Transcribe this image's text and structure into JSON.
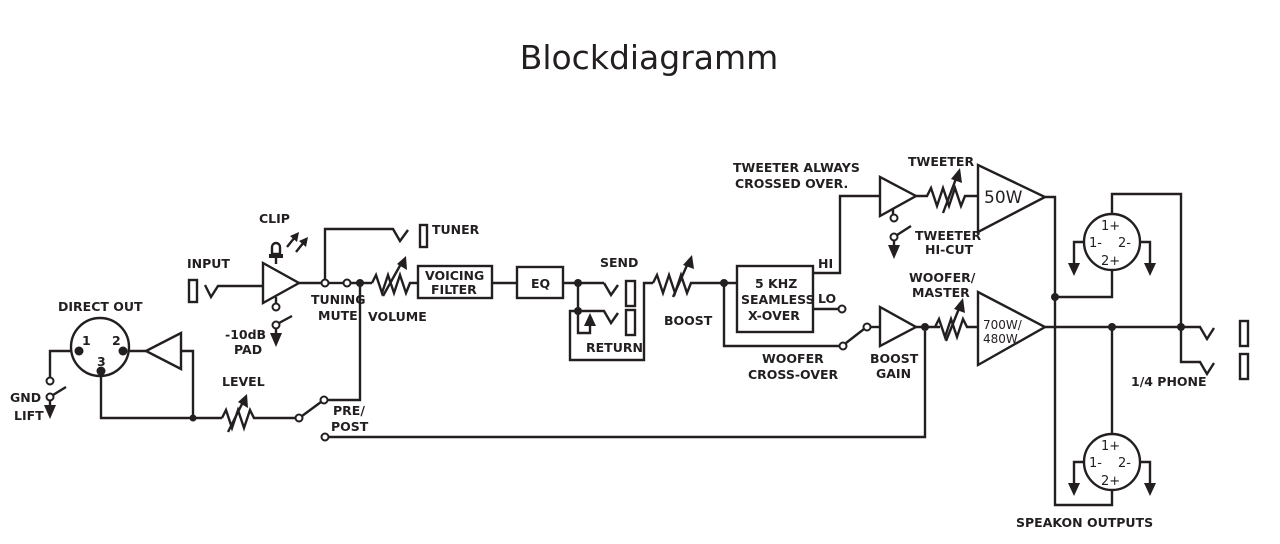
{
  "title": "Blockdiagramm",
  "labels": {
    "direct_out": "DIRECT OUT",
    "gnd": "GND",
    "lift": "LIFT",
    "level": "LEVEL",
    "input": "INPUT",
    "clip": "CLIP",
    "pad_1": "-10dB",
    "pad_2": "PAD",
    "tuning": "TUNING",
    "mute": "MUTE",
    "tuner": "TUNER",
    "volume": "VOLUME",
    "pre_post_1": "PRE/",
    "pre_post_2": "POST",
    "voicing_1": "VOICING",
    "voicing_2": "FILTER",
    "eq": "EQ",
    "send": "SEND",
    "return": "RETURN",
    "boost": "BOOST",
    "xover_1": "5 KHZ",
    "xover_2": "SEAMLESS",
    "xover_3": "X-OVER",
    "hi": "HI",
    "lo": "LO",
    "tweeter_always_1": "TWEETER ALWAYS",
    "tweeter_always_2": "CROSSED OVER.",
    "tweeter": "TWEETER",
    "tweeter_hicut_1": "TWEETER",
    "tweeter_hicut_2": "HI-CUT",
    "amp_50w": "50W",
    "woofer_master_1": "WOOFER/",
    "woofer_master_2": "MASTER",
    "amp_700_1": "700W/",
    "amp_700_2": "480W",
    "woofer_xover_1": "WOOFER",
    "woofer_xover_2": "CROSS-OVER",
    "boost_gain_1": "BOOST",
    "boost_gain_2": "GAIN",
    "phone": "1/4 PHONE",
    "speakon": "SPEAKON OUTPUTS"
  },
  "xlr_pins": {
    "p1": "1",
    "p2": "2",
    "p3": "3"
  },
  "speakon_pins": {
    "p1p": "1+",
    "p1m": "1-",
    "p2m": "2-",
    "p2p": "2+"
  }
}
